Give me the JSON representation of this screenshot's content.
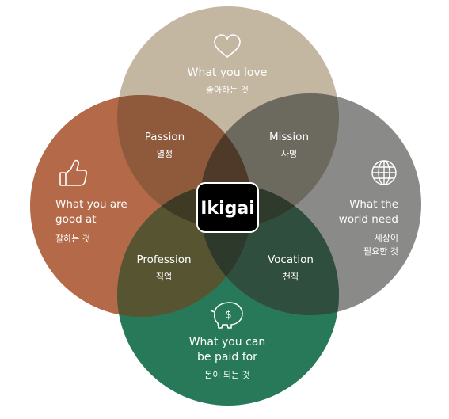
{
  "center": {
    "label": "Ikigai"
  },
  "circles": {
    "top": {
      "line1": "What you love",
      "ko1": "좋아하는 것",
      "icon": "heart-icon",
      "color": "#c3b7a2"
    },
    "left": {
      "line1": "What you are",
      "line2": "good at",
      "ko1": "잘하는 것",
      "icon": "thumbs-up-icon",
      "color": "#b46a49"
    },
    "right": {
      "line1": "What the",
      "line2": "world need",
      "ko1": "세상이",
      "ko2": "필요한 것",
      "icon": "globe-icon",
      "color": "#8a8a88"
    },
    "bottom": {
      "line1": "What you can",
      "line2": "be paid for",
      "ko1": "돈이 되는 것",
      "icon": "piggy-bank-icon",
      "color": "#27795a"
    }
  },
  "overlaps": {
    "passion": {
      "en": "Passion",
      "ko": "열정"
    },
    "mission": {
      "en": "Mission",
      "ko": "사명"
    },
    "profession": {
      "en": "Profession",
      "ko": "직업"
    },
    "vocation": {
      "en": "Vocation",
      "ko": "천직"
    }
  }
}
